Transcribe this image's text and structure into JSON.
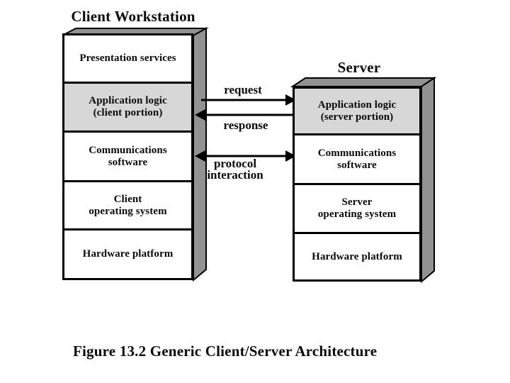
{
  "figure": {
    "caption": "Figure 13.2 Generic Client/Server Architecture",
    "client": {
      "title": "Client Workstation",
      "layers": [
        {
          "label": "Presentation services",
          "highlight": false
        },
        {
          "label": "Application logic\n(client portion)",
          "highlight": true
        },
        {
          "label": "Communications\nsoftware",
          "highlight": false
        },
        {
          "label": "Client\noperating system",
          "highlight": false
        },
        {
          "label": "Hardware platform",
          "highlight": false
        }
      ]
    },
    "server": {
      "title": "Server",
      "layers": [
        {
          "label": "Application logic\n(server portion)",
          "highlight": true
        },
        {
          "label": "Communications\nsoftware",
          "highlight": false
        },
        {
          "label": "Server\noperating system",
          "highlight": false
        },
        {
          "label": "Hardware platform",
          "highlight": false
        }
      ]
    },
    "arrows": [
      {
        "label": "request",
        "direction": "right"
      },
      {
        "label": "response",
        "direction": "left"
      },
      {
        "label": "protocol\ninteraction",
        "direction": "both"
      }
    ],
    "colors": {
      "highlight_fill": "#d7d7d7",
      "box_side_fill": "#929292",
      "border": "#000000",
      "background": "#ffffff"
    }
  }
}
